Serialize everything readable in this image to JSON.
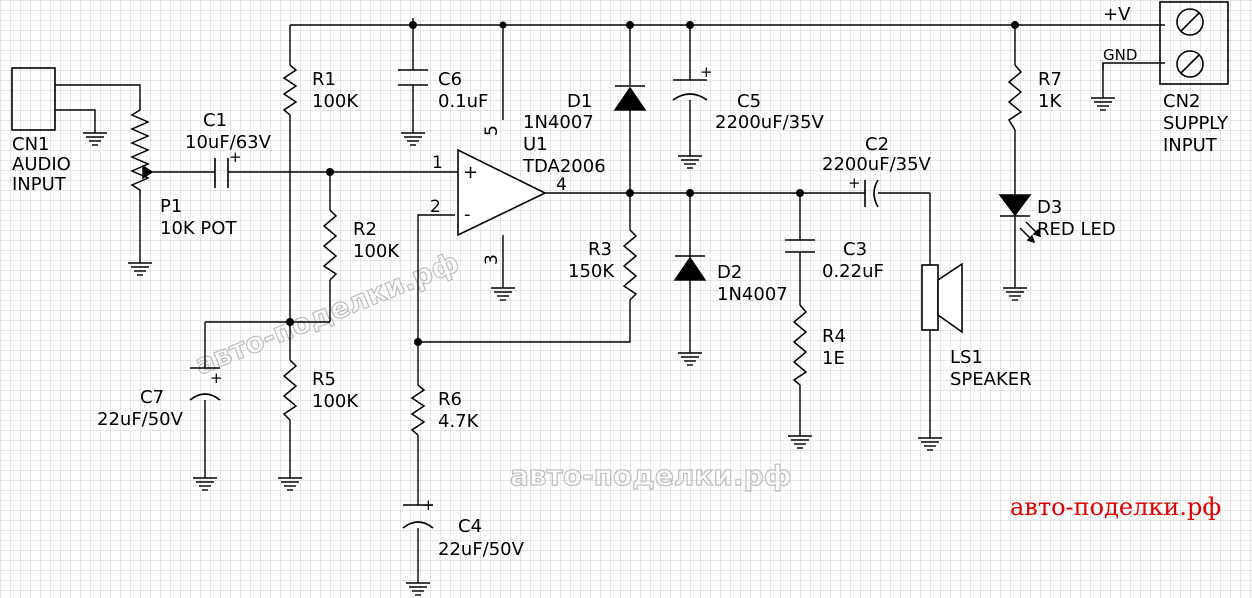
{
  "colors": {
    "grid": "#cfcfcf",
    "wire": "#000000",
    "site": "#e00000",
    "watermark": "#bdbdbd"
  },
  "labels": {
    "cn1_ref": "CN1",
    "cn1_l1": "AUDIO",
    "cn1_l2": "INPUT",
    "p1_ref": "P1",
    "p1_val": "10K POT",
    "c1_ref": "C1",
    "c1_val": "10uF/63V",
    "r1_ref": "R1",
    "r1_val": "100K",
    "c6_ref": "C6",
    "c6_val": "0.1uF",
    "r2_ref": "R2",
    "r2_val": "100K",
    "r5_ref": "R5",
    "r5_val": "100K",
    "c7_ref": "C7",
    "c7_val": "22uF/50V",
    "r6_ref": "R6",
    "r6_val": "4.7K",
    "c4_ref": "C4",
    "c4_val": "22uF/50V",
    "d1_ref": "D1",
    "d1_val": "1N4007",
    "u1_ref": "U1",
    "u1_val": "TDA2006",
    "r3_ref": "R3",
    "r3_val": "150K",
    "c5_ref": "C5",
    "c5_val": "2200uF/35V",
    "d2_ref": "D2",
    "d2_val": "1N4007",
    "c2_ref": "C2",
    "c2_val": "2200uF/35V",
    "c3_ref": "C3",
    "c3_val": "0.22uF",
    "r4_ref": "R4",
    "r4_val": "1E",
    "ls1_ref": "LS1",
    "ls1_val": "SPEAKER",
    "r7_ref": "R7",
    "r7_val": "1K",
    "d3_ref": "D3",
    "d3_val": "RED LED",
    "vplus": "+V",
    "gnd": "GND",
    "cn2_ref": "CN2",
    "cn2_l1": "SUPPLY",
    "cn2_l2": "INPUT",
    "pin1": "1",
    "pin2": "2",
    "pin3": "3",
    "pin4": "4",
    "pin5": "5",
    "plus": "+",
    "minus": "-",
    "site": "авто-поделки.рф",
    "watermark": "авто-поделки.рф"
  }
}
